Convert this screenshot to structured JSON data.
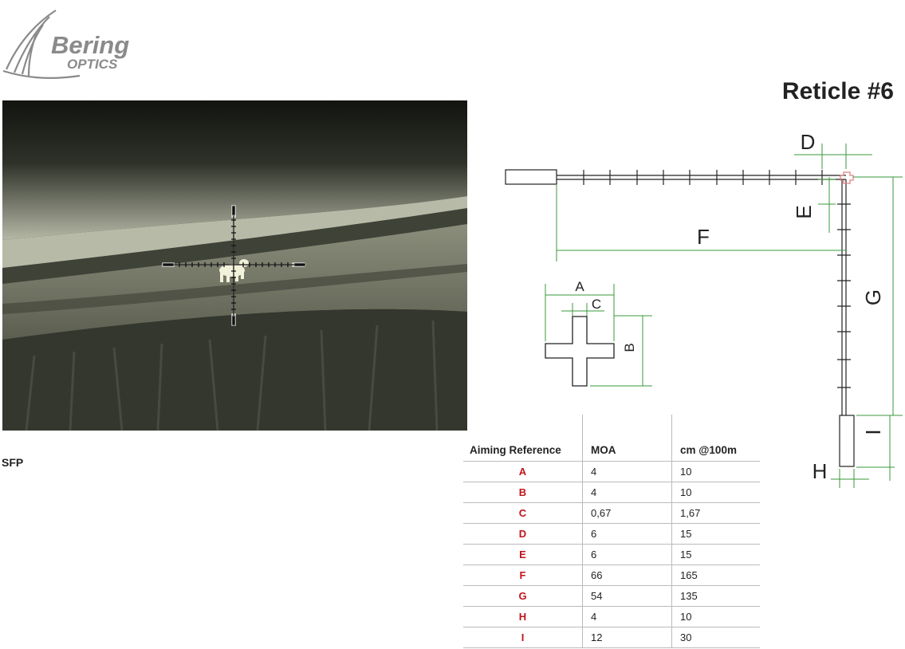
{
  "brand": {
    "name": "Bering",
    "sub": "OPTICS"
  },
  "title": "Reticle #6",
  "mode_label": "SFP",
  "diagram_labels": {
    "A": "A",
    "B": "B",
    "C": "C",
    "D": "D",
    "E": "E",
    "F": "F",
    "G": "G",
    "H": "H",
    "I": "I"
  },
  "table": {
    "headers": [
      "Aiming Reference",
      "MOA",
      "cm @100m"
    ],
    "rows": [
      [
        "A",
        "4",
        "10"
      ],
      [
        "B",
        "4",
        "10"
      ],
      [
        "C",
        "0,67",
        "1,67"
      ],
      [
        "D",
        "6",
        "15"
      ],
      [
        "E",
        "6",
        "15"
      ],
      [
        "F",
        "66",
        "165"
      ],
      [
        "G",
        "54",
        "135"
      ],
      [
        "H",
        "4",
        "10"
      ],
      [
        "I",
        "12",
        "30"
      ]
    ]
  },
  "colors": {
    "accent_red": "#c0141b",
    "dimension_green": "#3a9a3a",
    "logo_gray": "#8a8a8a"
  }
}
